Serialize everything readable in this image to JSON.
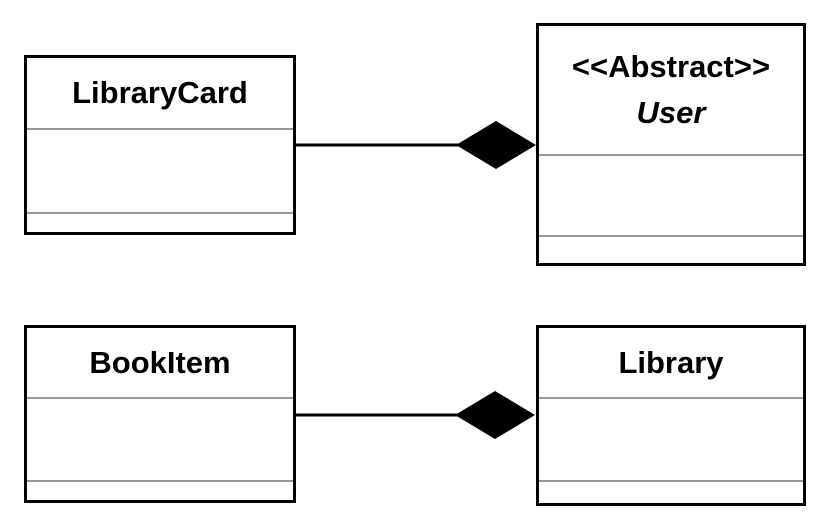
{
  "diagram": {
    "type": "uml-class-diagram",
    "background_color": "#ffffff",
    "border_color": "#000000",
    "separator_color": "#999999",
    "classes": [
      {
        "name": "LibraryCard",
        "stereotype": "",
        "italic": false
      },
      {
        "name": "User",
        "stereotype": "<<Abstract>>",
        "italic": true
      },
      {
        "name": "BookItem",
        "stereotype": "",
        "italic": false
      },
      {
        "name": "Library",
        "stereotype": "",
        "italic": false
      }
    ],
    "relationships": [
      {
        "type": "composition",
        "from": "LibraryCard",
        "to": "User",
        "marker": "filled-diamond"
      },
      {
        "type": "composition",
        "from": "BookItem",
        "to": "Library",
        "marker": "filled-diamond"
      }
    ]
  }
}
